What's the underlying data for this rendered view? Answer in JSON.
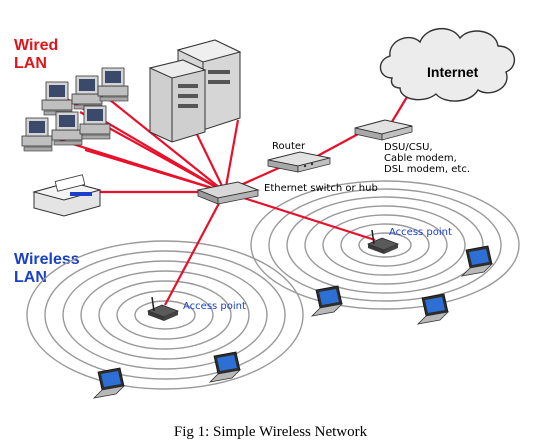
{
  "labels": {
    "wired_lan": [
      "Wired",
      "LAN"
    ],
    "wireless_lan": [
      "Wireless",
      "LAN"
    ],
    "internet": "Internet",
    "router": "Router",
    "dsu": [
      "DSU/CSU,",
      "Cable modem,",
      "DSL modem, etc."
    ],
    "switch": "Ethernet switch or hub",
    "access_point_left": "Access point",
    "access_point_right": "Access point"
  },
  "caption": "Fig 1: Simple Wireless Network",
  "colors": {
    "wired_label": "#e0151b",
    "wireless_label": "#1a3fc8",
    "cable": "#e8102a",
    "wave_ring": "#9a9a9a",
    "access_point_text": "#1a3fc8"
  },
  "icons": [
    "desktop-pc-icon",
    "server-icon",
    "printer-icon",
    "cloud-icon",
    "router-icon",
    "modem-icon",
    "switch-icon",
    "access-point-icon",
    "laptop-icon"
  ]
}
